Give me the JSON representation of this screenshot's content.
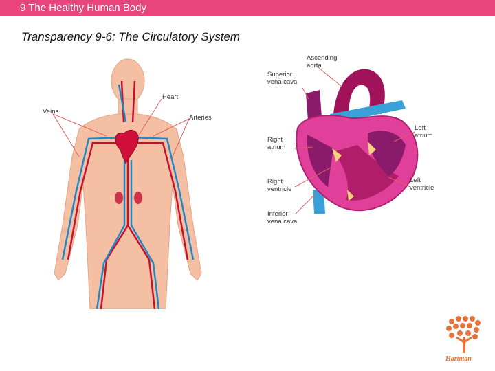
{
  "header": {
    "title": "9 The Healthy Human Body",
    "bar_color": "#e8457c"
  },
  "slide": {
    "title": "Transparency 9-6: The Circulatory System"
  },
  "body_diagram": {
    "labels": {
      "veins": "Veins",
      "heart": "Heart",
      "arteries": "Arteries"
    },
    "colors": {
      "skin": "#f4bfa3",
      "artery": "#c8102e",
      "vein": "#1e88c8"
    }
  },
  "heart_diagram": {
    "labels": {
      "ascending_aorta": "Ascending\naorta",
      "superior_vena_cava": "Superior\nvena cava",
      "right_atrium": "Right\natrium",
      "right_ventricle": "Right\nventricle",
      "inferior_vena_cava": "Inferior\nvena cava",
      "left_atrium": "Left\natrium",
      "left_ventricle": "Left\nventricle"
    },
    "colors": {
      "muscle": "#e0409a",
      "chamber": "#8a1a6a",
      "vessel_blue": "#3aa0d8",
      "aorta": "#a0135a"
    }
  },
  "logo": {
    "text": "Hartman",
    "color": "#e8733a"
  }
}
